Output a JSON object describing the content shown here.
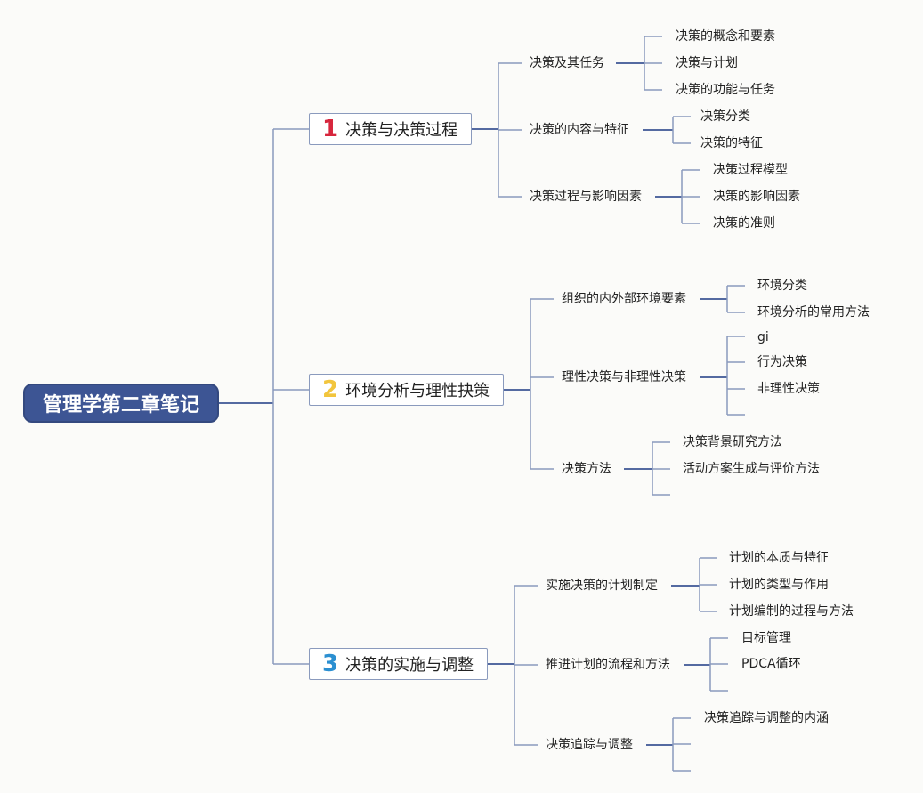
{
  "root": {
    "label": "管理学第二章笔记"
  },
  "branches": [
    {
      "number": "1",
      "label": "决策与决策过程",
      "color": "#d7263d",
      "children": [
        {
          "label": "决策及其任务",
          "leaves": [
            "决策的概念和要素",
            "决策与计划",
            "决策的功能与任务"
          ]
        },
        {
          "label": "决策的内容与特征",
          "leaves": [
            "决策分类",
            "决策的特征"
          ]
        },
        {
          "label": "决策过程与影响因素",
          "leaves": [
            "决策过程模型",
            "决策的影响因素",
            "决策的准则"
          ]
        }
      ]
    },
    {
      "number": "2",
      "label": "环境分析与理性抉策",
      "color": "#f2c53d",
      "children": [
        {
          "label": "组织的内外部环境要素",
          "leaves": [
            "环境分类",
            "环境分析的常用方法"
          ]
        },
        {
          "label": "理性决策与非理性决策",
          "leaves": [
            "gi",
            "行为决策",
            "非理性决策",
            ""
          ]
        },
        {
          "label": "决策方法",
          "leaves": [
            "决策背景研究方法",
            "活动方案生成与评价方法",
            ""
          ]
        }
      ]
    },
    {
      "number": "3",
      "label": "决策的实施与调整",
      "color": "#2b8fd1",
      "children": [
        {
          "label": "实施决策的计划制定",
          "leaves": [
            "计划的本质与特征",
            "计划的类型与作用",
            "计划编制的过程与方法"
          ]
        },
        {
          "label": "推进计划的流程和方法",
          "leaves": [
            "目标管理",
            "PDCA循环",
            ""
          ]
        },
        {
          "label": "决策追踪与调整",
          "leaves": [
            "决策追踪与调整的内涵",
            "",
            ""
          ]
        }
      ]
    }
  ],
  "colors": {
    "root_bg": "#3d5594",
    "line": "#8a9abd",
    "line_dark": "#3d5594"
  }
}
